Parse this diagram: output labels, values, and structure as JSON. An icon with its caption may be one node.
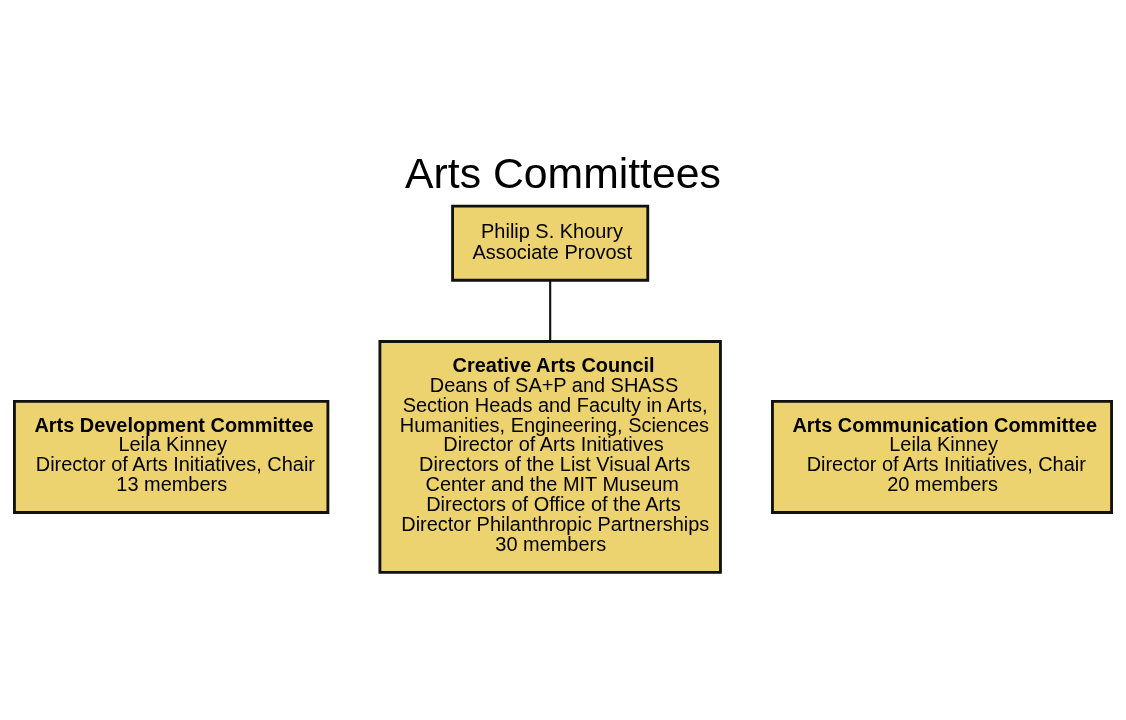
{
  "diagram": {
    "title": "Arts Committees",
    "nodes": [
      {
        "text": [
          "Philip S. Khoury",
          "Associate Provost"
        ]
      },
      {
        "text": [
          "Arts Development Committee",
          "Leila Kinney",
          "Director of Arts Initiatives, Chair",
          "13 members"
        ]
      },
      {
        "text": [
          "Creative Arts Council",
          "Deans of SA+P and SHASS",
          "Section Heads and Faculty in Arts, Humanities, Engineering, Sciences",
          "Director of Arts Initiatives",
          "Directors of the List Visual Arts Center and the MIT Museum",
          "Directors of Office of the Arts",
          "Director Philanthropic Partnerships",
          "30 members"
        ]
      },
      {
        "text": [
          "Arts Communication Committee",
          "Leila Kinney",
          "Director of Arts Initiatives, Chair",
          "20 members"
        ]
      }
    ],
    "edges": [
      {
        "from": 0,
        "to": 2,
        "arrow": "none"
      }
    ]
  }
}
